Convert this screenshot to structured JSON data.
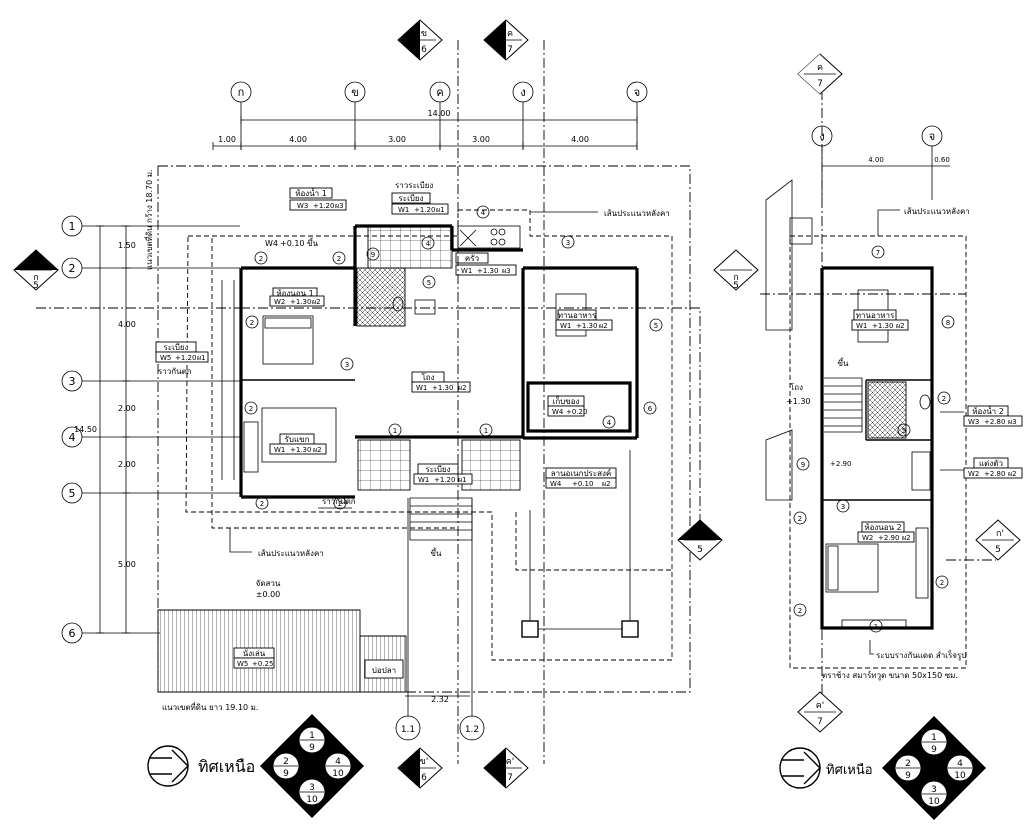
{
  "grid": {
    "columns_main": [
      "ก",
      "ข",
      "ค",
      "ง",
      "จ"
    ],
    "rows": [
      "1",
      "2",
      "3",
      "4",
      "5",
      "6"
    ],
    "sub_columns": [
      "1.1",
      "1.2"
    ],
    "columns_upper": [
      "ง",
      "จ"
    ]
  },
  "dimensions": {
    "top_total": "14.00",
    "top_parts": [
      "1.00",
      "4.00",
      "3.00",
      "3.00",
      "4.00"
    ],
    "left_total": "14.50",
    "left_parts": [
      "1.50",
      "4.00",
      "2.00",
      "2.00",
      "5.00"
    ],
    "bottom_part": "2.32",
    "upper_parts": [
      "4.00",
      "0.60"
    ]
  },
  "sections": {
    "b": {
      "letter": "ข",
      "num": "6"
    },
    "b_end": {
      "letter": "ข'",
      "num": "6"
    },
    "c": {
      "letter": "ค",
      "num": "7"
    },
    "c_end": {
      "letter": "ค'",
      "num": "7"
    },
    "a": {
      "letter": "ก",
      "num": "5"
    },
    "a_end": {
      "letter": "ก'",
      "num": "5"
    }
  },
  "rooms": {
    "bath1": {
      "name": "ห้องน้ำ 1",
      "tags": [
        "W3",
        "+1.20",
        "ผ3"
      ]
    },
    "balcony_top": {
      "name": "ระเบียง",
      "tags": [
        "W1",
        "+1.20",
        "ผ1"
      ]
    },
    "rail_top": "ราวระเบียง",
    "kitchen": {
      "name": "ครัว",
      "tags": [
        "W1",
        "+1.30",
        "ผ3"
      ]
    },
    "bed1": {
      "name": "ห้องนอน 1",
      "tags": [
        "W2",
        "+1.30",
        "ผ2"
      ]
    },
    "balcony_left": {
      "name": "ระเบียง",
      "tags": [
        "W5",
        "+1.20",
        "ผ1"
      ]
    },
    "rail_left": "ราวกันตก",
    "living": {
      "name": "รับแขก",
      "tags": [
        "W1",
        "+1.30",
        "ผ2"
      ]
    },
    "hall": {
      "name": "โถง",
      "tags": [
        "W1",
        "+1.30",
        "ผ2"
      ]
    },
    "dining": {
      "name": "ทานอาหาร",
      "tags": [
        "W1",
        "+1.30",
        "ผ2"
      ]
    },
    "storage": {
      "name": "เก็บของ",
      "tags": [
        "W4",
        "+0.20"
      ]
    },
    "balcony_bottom": {
      "name": "ระเบียง",
      "tags": [
        "W1",
        "+1.20",
        "ผ1"
      ]
    },
    "terrace": {
      "name": "ลานอเนกประสงค์",
      "tags": [
        "W4",
        "+0.10",
        "ผ2"
      ]
    },
    "pavilion": {
      "name": "นั่งเล่น",
      "tags": [
        "W5",
        "+0.25"
      ]
    },
    "fishpond": "บ่อปลา",
    "w4_label": "W4",
    "w4_level": "+0.10 ขึ้น",
    "rail_bottom": "ราวกันตก",
    "up_label": "ขึ้น",
    "garden": "จัดสวน",
    "garden_level": "±0.00",
    "roof_line": "เส้นประแนวหลังคา",
    "boundary_left": "แนวเขตที่ดิน  กว้าง 18.70 ม.",
    "boundary_bottom": "แนวเขตที่ดิน  ยาว 19.10 ม."
  },
  "upper": {
    "roof_line": "เส้นประแนวหลังคา",
    "dining": {
      "name": "ทานอาหาร",
      "tags": [
        "W1",
        "+1.30",
        "ผ2"
      ]
    },
    "hall": "โถง",
    "hall_level": "+1.30",
    "up_label": "ขึ้น",
    "bath2": {
      "name": "ห้องน้ำ 2",
      "tags": [
        "W3",
        "+2.80",
        "ผ3"
      ]
    },
    "dress": {
      "name": "แต่งตัว",
      "tags": [
        "W2",
        "+2.80",
        "ผ2"
      ]
    },
    "bed2": {
      "name": "ห้องนอน 2",
      "tags": [
        "W2",
        "+2.90",
        "ผ2"
      ]
    },
    "level_mid": "+2.90",
    "gutter": "ระบบรางกันแดด สำเร็จรูป",
    "eave": "ตราช้าง สมาร์ทวูด ขนาด 50x150 ซม."
  },
  "north": {
    "label": "ทิศเหนือ"
  },
  "legend": {
    "top": "1",
    "top_sub": "9",
    "left": "2",
    "left_sub": "9",
    "right": "4",
    "right_sub": "10",
    "bottom": "3",
    "bottom_sub": "10"
  },
  "markers": [
    "1",
    "2",
    "3",
    "4",
    "5",
    "6",
    "7",
    "8",
    "9"
  ]
}
